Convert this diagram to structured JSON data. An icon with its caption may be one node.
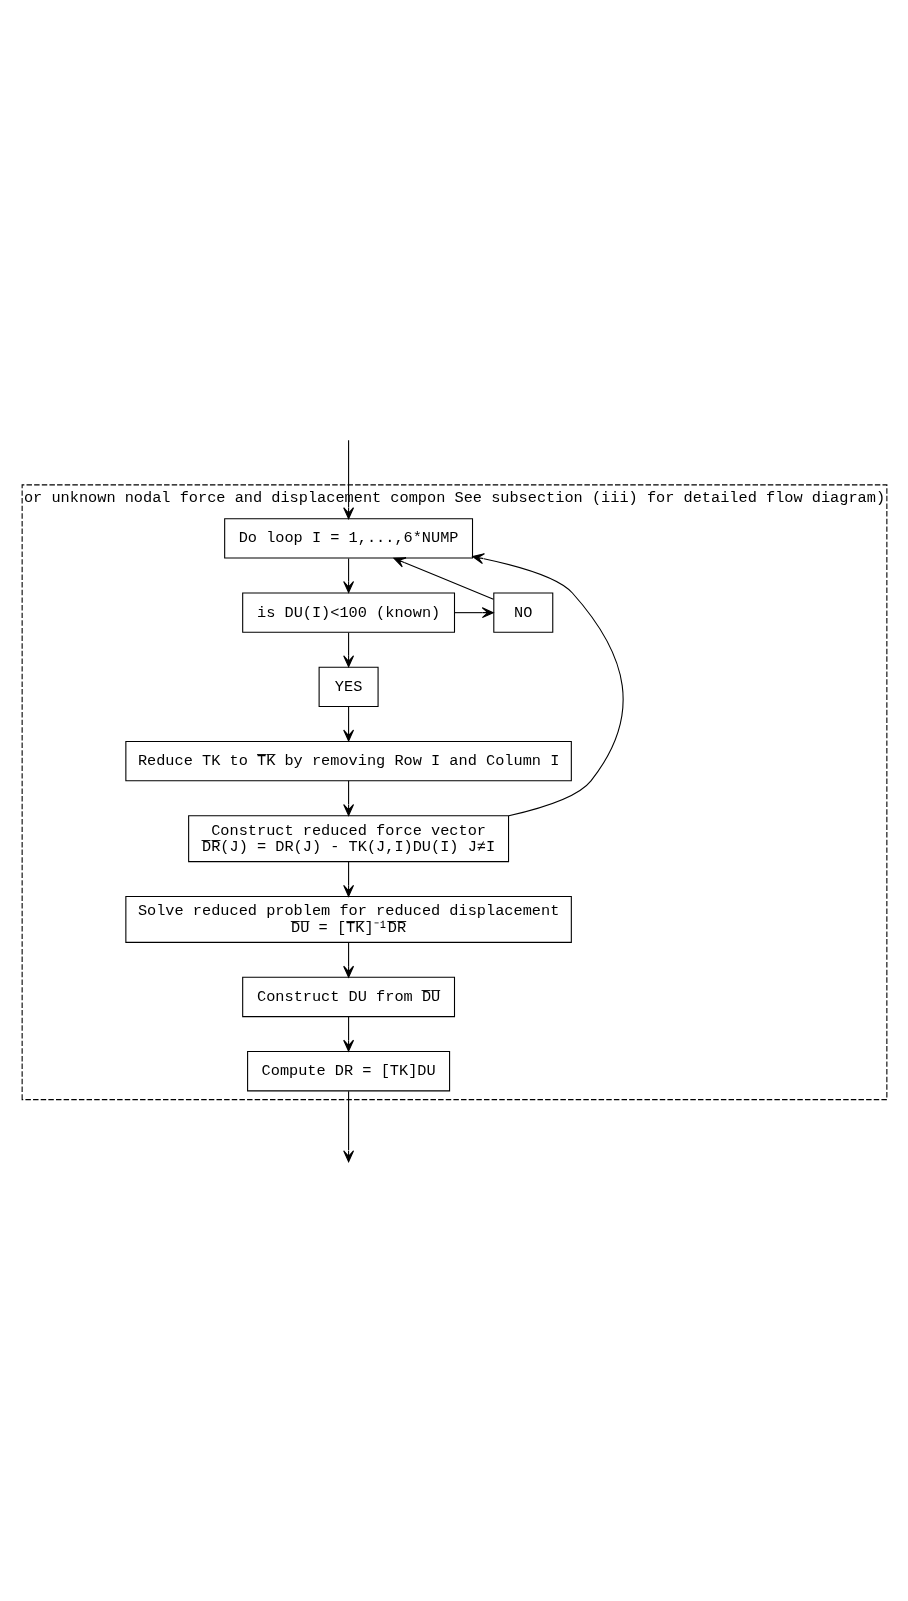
{
  "diagram": {
    "nodes": [
      {
        "text": [
          "or unknown nodal force and displacement compon See subsection (iii) for detailed flow diagram)"
        ]
      },
      {
        "text": [
          "Do loop I = 1,...,6*NUMP"
        ],
        "in": 0
      },
      {
        "text": [
          "is DU(I)<100 (known)"
        ],
        "in": 0
      },
      {
        "text": [
          "NO"
        ],
        "in": 0
      },
      {
        "text": [
          "YES"
        ],
        "in": 0
      },
      {
        "text": [
          "Reduce TK to T̅K̅ by removing Row I and Column I"
        ],
        "in": 0
      },
      {
        "text": [
          "Construct reduced force vector",
          "D̅R̅(J) = DR(J) - TK(J,I)DU(I) J≠I"
        ],
        "in": 0
      },
      {
        "text": [
          "Solve reduced problem for reduced displacement",
          "D̅U̅ = [T̅K̅]⁻¹D̅R̅"
        ],
        "in": 0
      },
      {
        "text": [
          "Construct DU from D̅U̅"
        ],
        "in": 0
      },
      {
        "text": [
          "Compute DR = [TK]DU"
        ],
        "in": 0
      }
    ],
    "edges": [
      {
        "from": null,
        "to": 1,
        "arrow": "to"
      },
      {
        "from": 1,
        "to": 2,
        "arrow": "to"
      },
      {
        "from": 2,
        "to": 3,
        "arrow": "to"
      },
      {
        "from": 2,
        "to": 4,
        "arrow": "to"
      },
      {
        "from": 4,
        "to": 5,
        "arrow": "to"
      },
      {
        "from": 5,
        "to": 6,
        "arrow": "to"
      },
      {
        "from": 3,
        "to": 1,
        "arrow": "to"
      },
      {
        "from": 6,
        "to": 1,
        "arrow": "to"
      },
      {
        "from": 6,
        "to": 7,
        "arrow": "to"
      },
      {
        "from": 7,
        "to": 8,
        "arrow": "to"
      },
      {
        "from": 8,
        "to": 9,
        "arrow": "to"
      },
      {
        "from": 9,
        "to": null,
        "arrow": "to"
      }
    ]
  }
}
